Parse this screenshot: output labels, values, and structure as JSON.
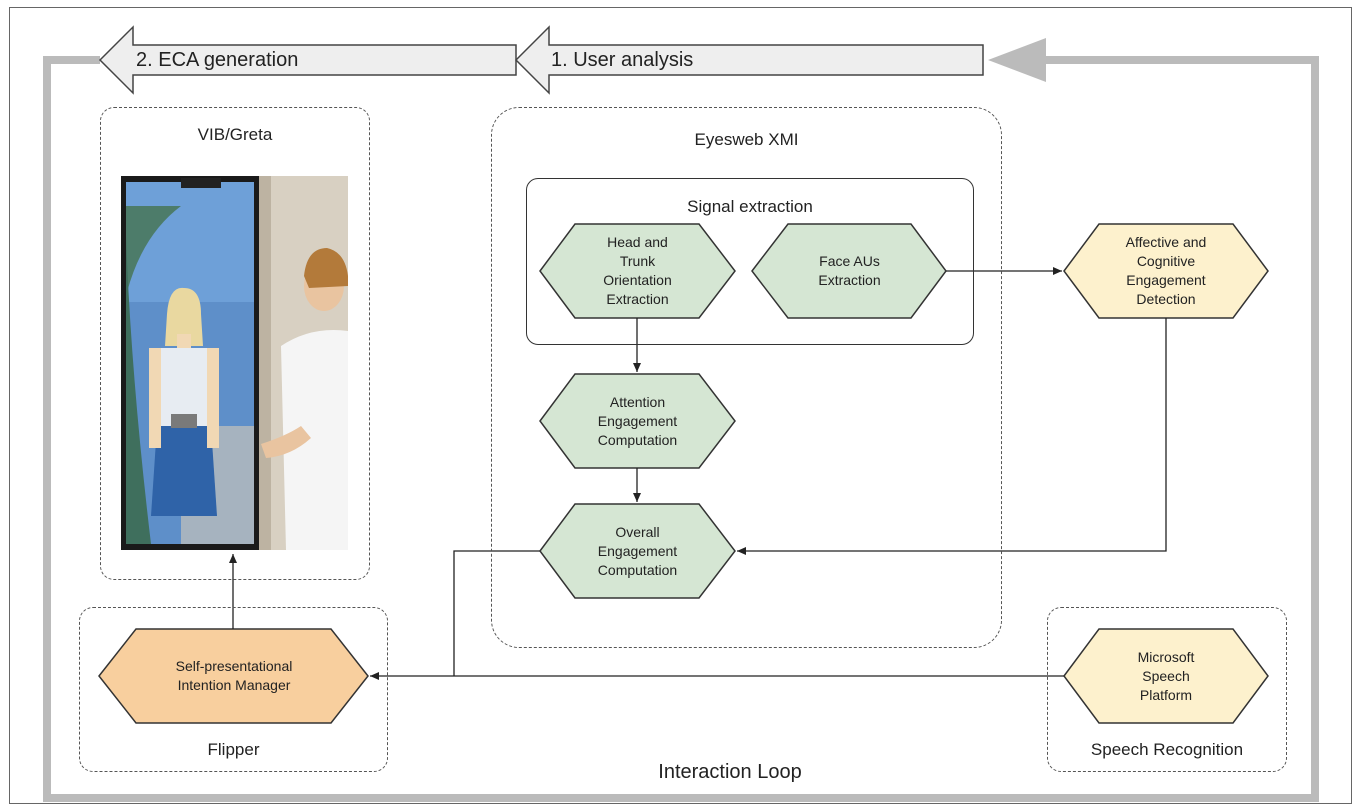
{
  "banner": {
    "step2": "2. ECA generation",
    "step1": "1. User analysis"
  },
  "loop_label": "Interaction Loop",
  "groups": {
    "vib": "VIB/Greta",
    "eyesweb": "Eyesweb XMI",
    "signal": "Signal extraction",
    "flipper": "Flipper",
    "speech": "Speech Recognition"
  },
  "nodes": {
    "head_trunk": [
      "Head and",
      "Trunk",
      "Orientation",
      "Extraction"
    ],
    "face_aus": [
      "Face AUs",
      "Extraction"
    ],
    "affective": [
      "Affective and",
      "Cognitive",
      "Engagement",
      "Detection"
    ],
    "attention": [
      "Attention",
      "Engagement",
      "Computation"
    ],
    "overall": [
      "Overall",
      "Engagement",
      "Computation"
    ],
    "self_pres": [
      "Self-presentational",
      "Intention Manager"
    ],
    "ms_speech": [
      "Microsoft",
      "Speech",
      "Platform"
    ]
  },
  "colors": {
    "green_fill": "#d5e6d3",
    "yellow_fill": "#fdf1cd",
    "orange_fill": "#f8cf9e",
    "banner_fill": "#eeeeee",
    "loop_gray": "#bbbbbb"
  }
}
